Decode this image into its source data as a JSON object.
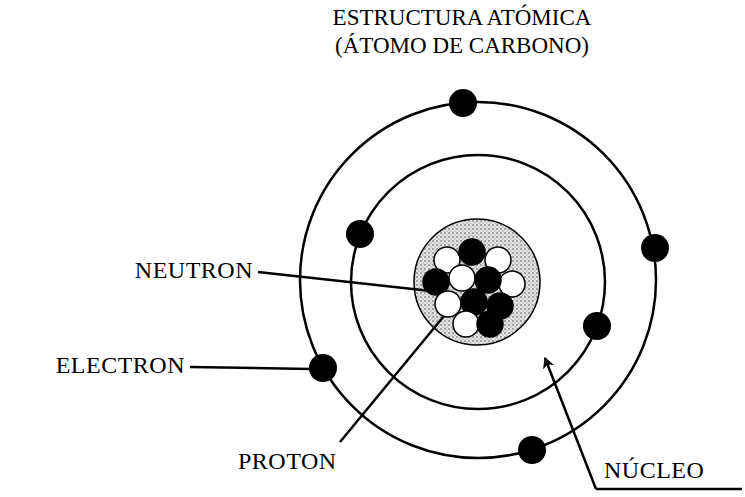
{
  "diagram": {
    "title": "ESTRUCTURA ATÓMICA (ÁTOMO DE CARBONO)",
    "labels": [
      "NEUTRON",
      "ELECTRON",
      "PROTON",
      "NÚCLEO"
    ]
  }
}
